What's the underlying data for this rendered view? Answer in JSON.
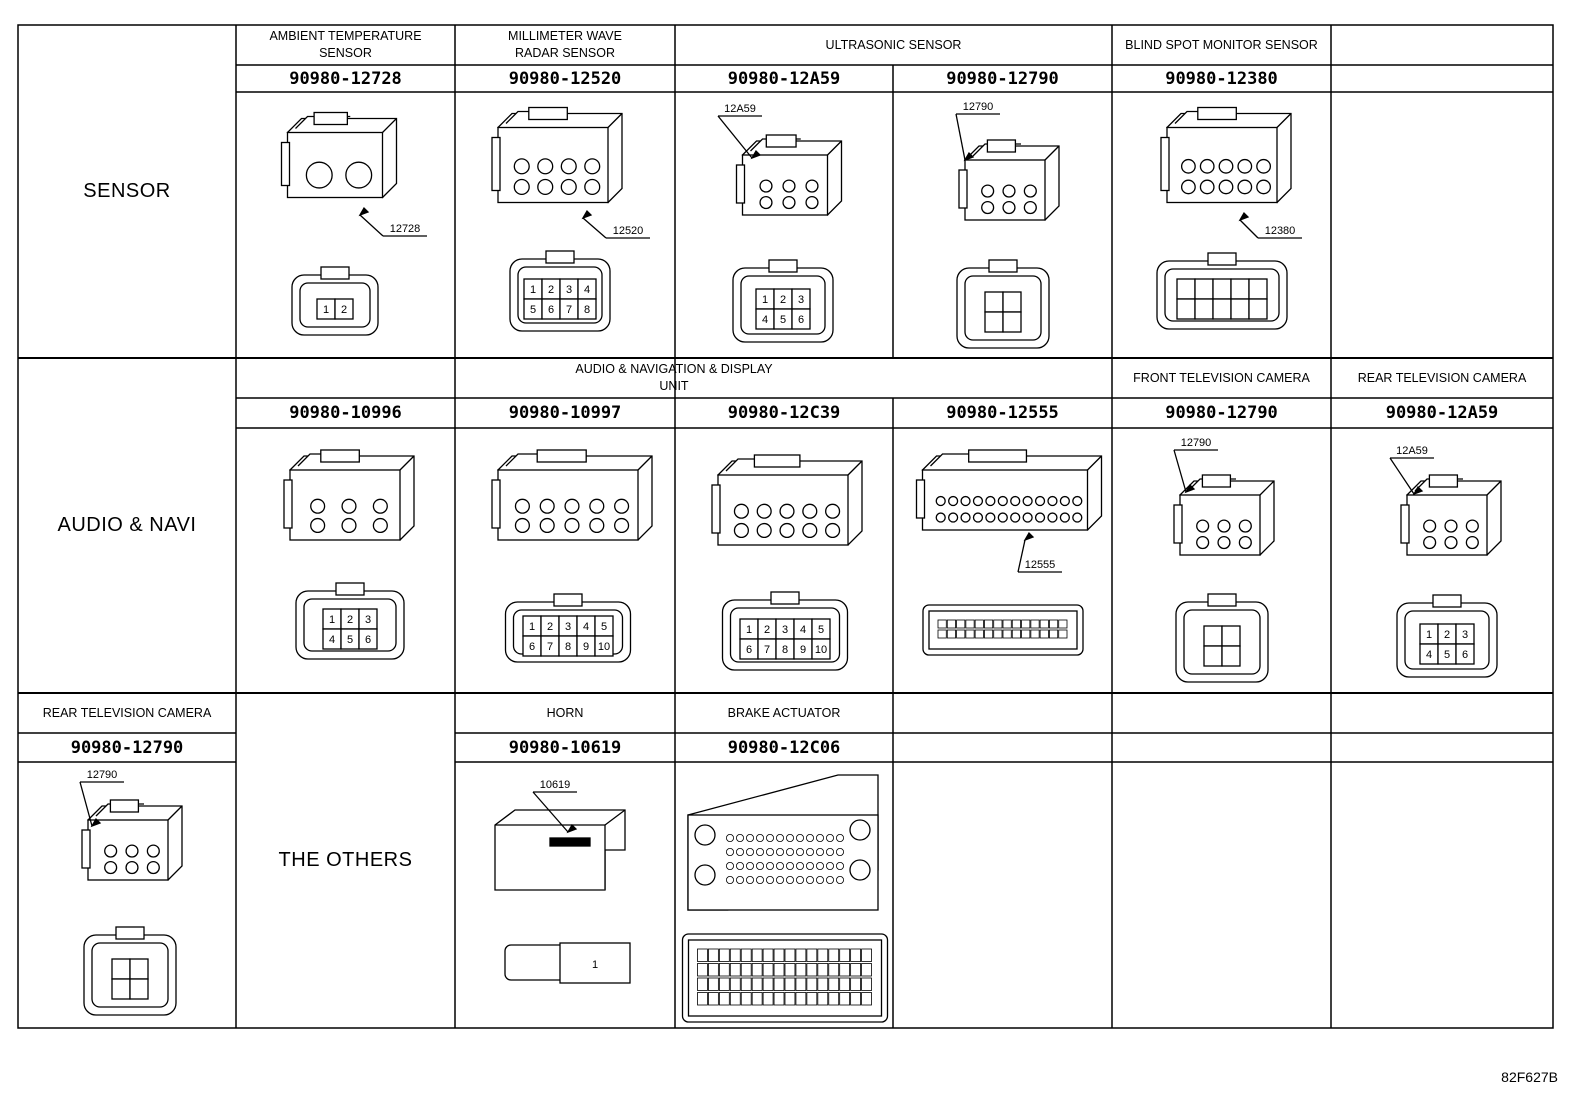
{
  "categories": {
    "sensor": "SENSOR",
    "audio": "AUDIO & NAVI",
    "others": "THE OTHERS"
  },
  "row1": {
    "headers": {
      "ambient": "AMBIENT TEMPERATURE\nSENSOR",
      "mmwave": "MILLIMETER WAVE\nRADAR SENSOR",
      "ultrasonic": "ULTRASONIC SENSOR",
      "blindspot": "BLIND SPOT MONITOR SENSOR"
    },
    "parts": [
      "90980-12728",
      "90980-12520",
      "90980-12A59",
      "90980-12790",
      "90980-12380"
    ],
    "callouts": [
      "12728",
      "12520",
      "12A59",
      "12790",
      "12380"
    ]
  },
  "row2": {
    "headers": {
      "audio": "AUDIO & NAVIGATION & DISPLAY\nUNIT",
      "front_camera": "FRONT TELEVISION CAMERA",
      "rear_camera": "REAR TELEVISION CAMERA"
    },
    "parts": [
      "90980-10996",
      "90980-10997",
      "90980-12C39",
      "90980-12555",
      "90980-12790",
      "90980-12A59"
    ],
    "callouts": [
      "12555",
      "12790",
      "12A59"
    ]
  },
  "row3": {
    "headers": {
      "rear_camera": "REAR TELEVISION CAMERA",
      "horn": "HORN",
      "brake": "BRAKE ACTUATOR"
    },
    "parts": [
      "90980-12790",
      "90980-10619",
      "90980-12C06"
    ],
    "callouts": [
      "12790",
      "10619"
    ]
  },
  "pin_labels": {
    "two": [
      "1",
      "2"
    ],
    "six": [
      "1",
      "2",
      "3",
      "4",
      "5",
      "6"
    ],
    "eight": [
      "1",
      "2",
      "3",
      "4",
      "5",
      "6",
      "7",
      "8"
    ],
    "ten": [
      "1",
      "2",
      "3",
      "4",
      "5",
      "6",
      "7",
      "8",
      "9",
      "10"
    ],
    "one": [
      "1"
    ]
  },
  "drawing_code": "82F627B",
  "colors": {
    "line": "#000000",
    "background": "#ffffff"
  }
}
